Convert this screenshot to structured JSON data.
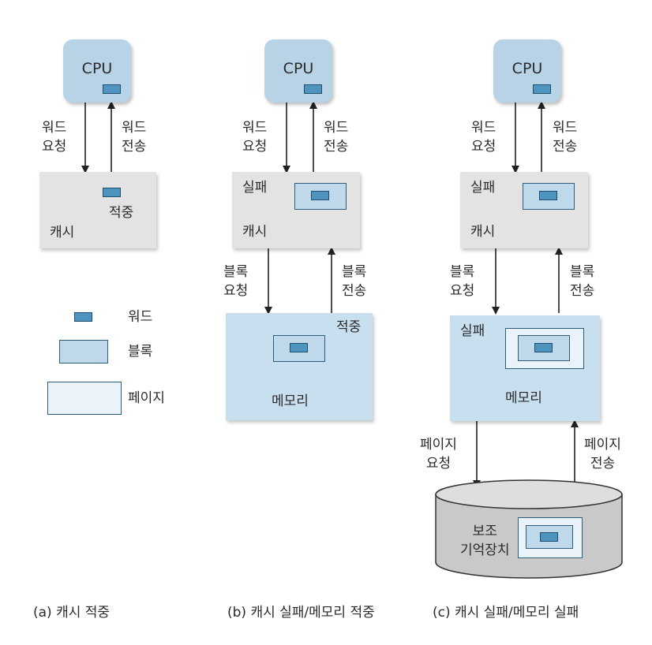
{
  "cpu_label": "CPU",
  "word_request": "워드\n요청",
  "word_transfer": "워드\n전송",
  "block_request": "블록\n요청",
  "block_transfer": "블록\n전송",
  "page_request": "페이지\n요청",
  "page_transfer": "페이지\n전송",
  "cache_label": "캐시",
  "memory_label": "메모리",
  "hit": "적중",
  "miss": "실패",
  "storage_label": "보조\n기억장치",
  "legend": {
    "word": "워드",
    "block": "블록",
    "page": "페이지"
  },
  "captions": {
    "a": "(a) 캐시 적중",
    "b": "(b) 캐시 실패/메모리 적중",
    "c": "(c) 캐시 실패/메모리 실패"
  },
  "colors": {
    "cpu": "#b9d3e6",
    "cache": "#e3e3e3",
    "memory": "#c8dff0",
    "word": "#4f93bf",
    "block": "#bfd8ea",
    "page": "#eaf3fa"
  }
}
